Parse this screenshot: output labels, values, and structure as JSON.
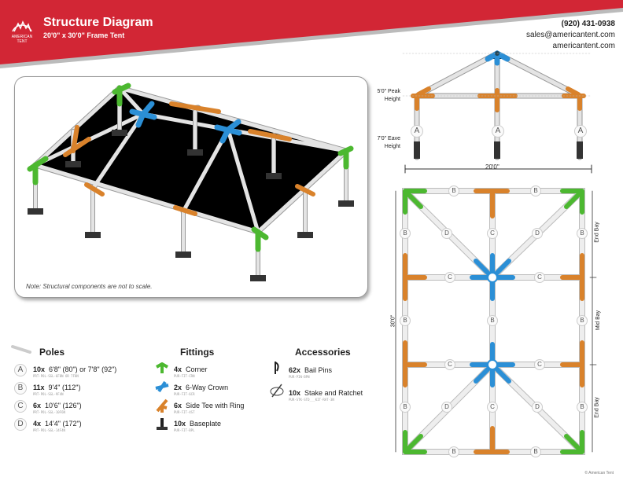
{
  "header": {
    "title": "Structure Diagram",
    "subtitle": "20'0\" x 30'0\" Frame Tent",
    "logo_text": "AMERICAN TENT",
    "phone": "(920) 431-0938",
    "email": "sales@americantent.com",
    "website": "americantent.com"
  },
  "colors": {
    "brand": "#d22635",
    "corner": "#4cb830",
    "crown": "#2b8fd6",
    "side_tee": "#d9822b",
    "pole": "#e4e4e4"
  },
  "iso_note": "Note: Structural components are not to scale.",
  "elevation": {
    "peak_label": "5'0\" Peak Height",
    "eave_label": "7'0\" Eave Height",
    "width_label": "20'0\"",
    "post_letter": "A"
  },
  "plan": {
    "length_label": "30'0\"",
    "bays": [
      "End Bay",
      "Mid Bay",
      "End Bay"
    ],
    "letters": {
      "b": "B",
      "c": "C",
      "d": "D"
    }
  },
  "poles": {
    "heading": "Poles",
    "items": [
      {
        "letter": "A",
        "qty": "10x",
        "desc": "6'8\" (80\") or 7'8\" (92\")",
        "code": "PRT-POL-SGL-6F8N OR 7F8N"
      },
      {
        "letter": "B",
        "qty": "11x",
        "desc": "9'4\" (112\")",
        "code": "PRT-POL-SGL-9F4N"
      },
      {
        "letter": "C",
        "qty": "6x",
        "desc": "10'6\" (126\")",
        "code": "PRT-POL-SGL-10F6N"
      },
      {
        "letter": "D",
        "qty": "4x",
        "desc": "14'4\" (172\")",
        "code": "PRT-POL-SGL-14F4N"
      }
    ]
  },
  "fittings": {
    "heading": "Fittings",
    "items": [
      {
        "qty": "4x",
        "desc": "Corner",
        "code": "PUR-FIT-CRN"
      },
      {
        "qty": "2x",
        "desc": "6-Way Crown",
        "code": "PUR-FIT-6CR"
      },
      {
        "qty": "6x",
        "desc": "Side Tee with Ring",
        "code": "PUR-FIT-4ST"
      },
      {
        "qty": "10x",
        "desc": "Baseplate",
        "code": "PUR-FIT-BPL"
      }
    ]
  },
  "accessories": {
    "heading": "Accessories",
    "items": [
      {
        "qty": "62x",
        "desc": "Bail Pins",
        "code": "PUR-PIN-BPN"
      },
      {
        "qty": "10x",
        "desc": "Stake and Ratchet",
        "code": "PUR-STK-STD___KIT-RAT-3N"
      }
    ]
  },
  "footer": {
    "copyright": "© American Tent"
  }
}
